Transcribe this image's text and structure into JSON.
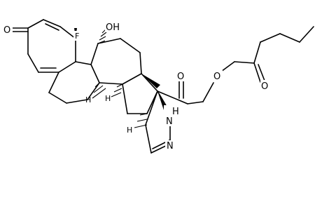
{
  "structure": {
    "atom_labels": {
      "ketone_o": "O",
      "hydroxyl": "OH",
      "f_label": "F",
      "ester_ring_o": "O",
      "ester_chain_o": "O",
      "pyrazole_nh": "N",
      "pyrazole_h": "H",
      "pyrazole_n": "N",
      "c20_o": "O"
    },
    "stereo_h": "H"
  }
}
